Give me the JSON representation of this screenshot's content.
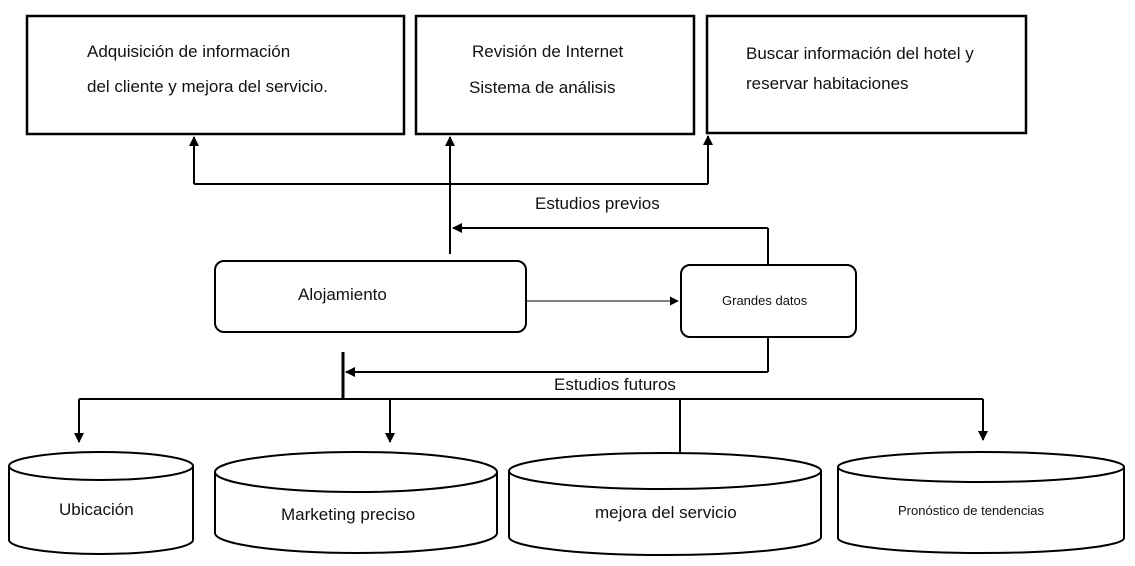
{
  "top_boxes": [
    {
      "line1": "Adquisición  de  información",
      "line2": "del cliente y mejora del servicio."
    },
    {
      "line1": "Revisión de Internet",
      "line2": "Sistema de análisis"
    },
    {
      "line1": "Buscar información del hotel y",
      "line2": "reservar  habitaciones"
    }
  ],
  "middle": {
    "accommodation": "Alojamiento",
    "big_data": "Grandes datos",
    "previous_studies": "Estudios  previos",
    "future_studies": "Estudios  futuros"
  },
  "outputs": [
    {
      "label": "Ubicación"
    },
    {
      "label": "Marketing  preciso"
    },
    {
      "label": "mejora del servicio"
    },
    {
      "label": "Pronóstico de tendencias"
    }
  ]
}
